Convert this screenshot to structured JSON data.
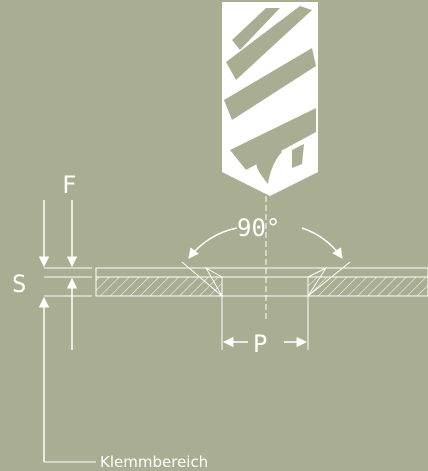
{
  "diagram": {
    "labels": {
      "f": "F",
      "s": "S",
      "angle": "90°",
      "p": "P",
      "clamping": "Klemmbereich"
    },
    "colors": {
      "background": "#a9ae92",
      "line": "#ffffff",
      "hatch": "#ffffff"
    },
    "icons": [
      "drill-bit-icon"
    ]
  }
}
